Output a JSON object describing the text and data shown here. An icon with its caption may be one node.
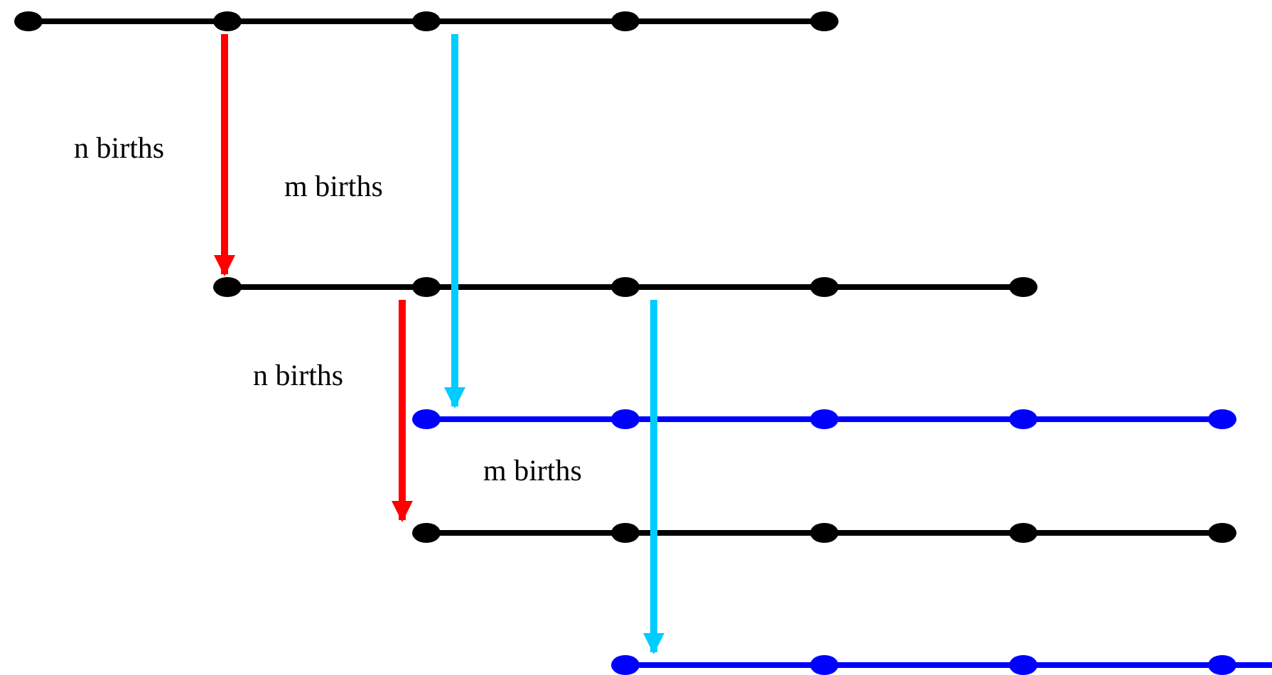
{
  "diagram": {
    "nodes": [
      {
        "text": [],
        "shape": "bar"
      },
      {
        "text": [],
        "shape": "bar"
      },
      {
        "text": [],
        "shape": "bar"
      },
      {
        "text": [],
        "shape": "bar"
      },
      {
        "text": [],
        "shape": "bar"
      }
    ],
    "edges": [
      {
        "from": 0,
        "to": 1,
        "arrow": "to",
        "label": "n births",
        "color": "#ff0000"
      },
      {
        "from": 0,
        "to": 2,
        "arrow": "to",
        "label": "m births",
        "color": "#00ccff"
      },
      {
        "from": 1,
        "to": 3,
        "arrow": "to",
        "label": "n births",
        "color": "#ff0000"
      },
      {
        "from": 1,
        "to": 4,
        "arrow": "to",
        "label": "m births",
        "color": "#00ccff"
      }
    ]
  }
}
